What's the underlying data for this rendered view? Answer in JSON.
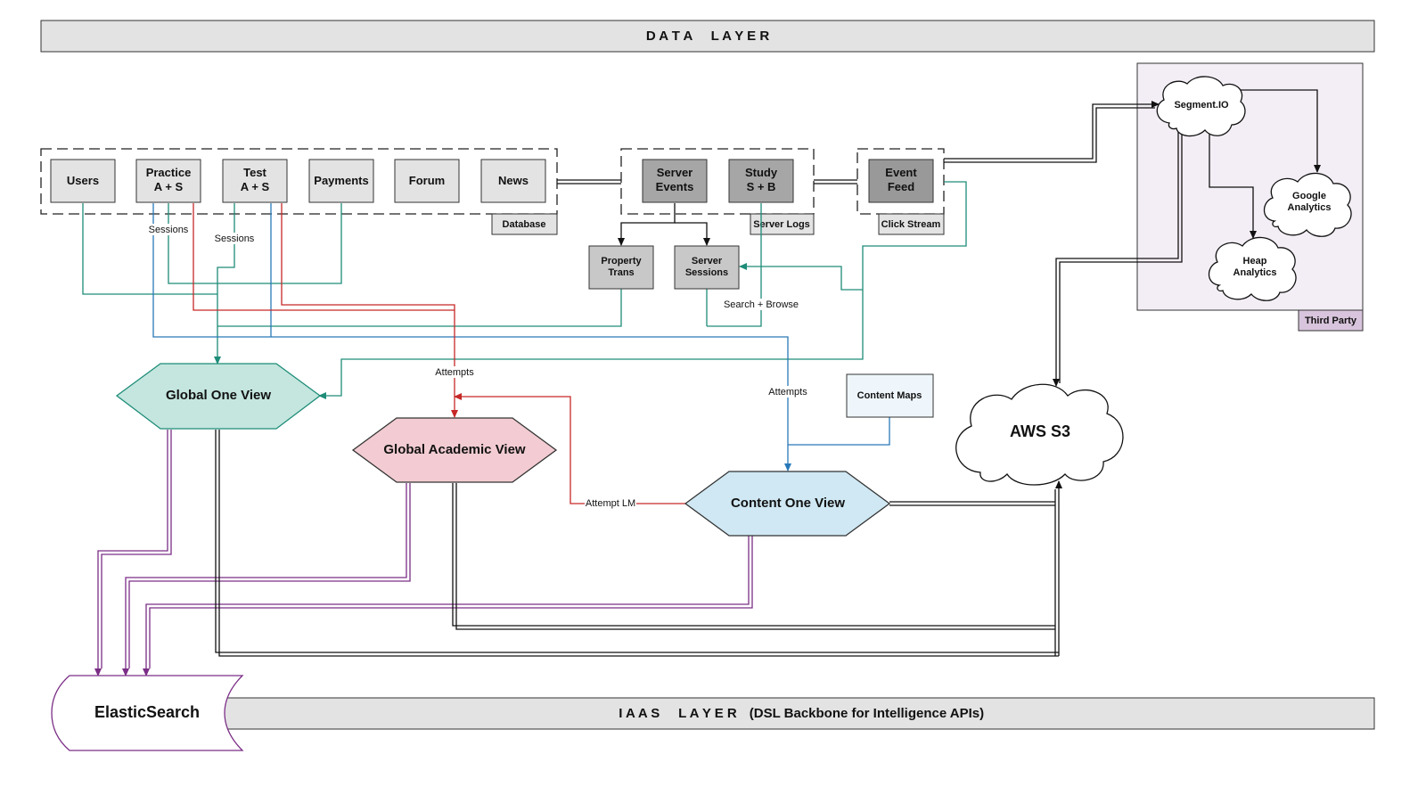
{
  "layers": {
    "data": "D A T A     L A Y E R",
    "iaas_prefix": "I A A S     L A Y E R",
    "iaas_suffix": "(DSL Backbone for Intelligence APIs)"
  },
  "database": {
    "tag": "Database",
    "nodes": {
      "users": [
        "Users"
      ],
      "practice": [
        "Practice",
        "A + S"
      ],
      "test": [
        "Test",
        "A + S"
      ],
      "payments": [
        "Payments"
      ],
      "forum": [
        "Forum"
      ],
      "news": [
        "News"
      ]
    }
  },
  "server_logs": {
    "tag": "Server Logs",
    "nodes": {
      "server_events": [
        "Server",
        "Events"
      ],
      "study": [
        "Study",
        "S + B"
      ],
      "property_trans": [
        "Property",
        "Trans"
      ],
      "server_sessions": [
        "Server",
        "Sessions"
      ]
    }
  },
  "click_stream": {
    "tag": "Click Stream",
    "event_feed": [
      "Event",
      "Feed"
    ]
  },
  "third_party": {
    "tag": "Third Party",
    "segment": [
      "Segment.IO"
    ],
    "google": [
      "Google",
      "Analytics"
    ],
    "heap": [
      "Heap",
      "Analytics"
    ]
  },
  "views": {
    "global_one": "Global One View",
    "global_academic": "Global Academic View",
    "content_one": "Content One View"
  },
  "content_maps": "Content Maps",
  "aws_s3": "AWS S3",
  "elasticsearch": "ElasticSearch",
  "edge_labels": {
    "sessions": "Sessions",
    "attempts": "Attempts",
    "search_browse": "Search + Browse",
    "attempt_lm": "Attempt LM"
  },
  "colors": {
    "teal": "#1e8c78",
    "red": "#c62828",
    "blue": "#2979b8",
    "purple": "#7b2e86",
    "box_light": "#e3e3e3",
    "box_dark": "#a6a6a6",
    "global_one_fill": "#c4e6de",
    "global_academic_fill": "#f2ccd2",
    "content_one_fill": "#cfe8f3",
    "third_party_fill": "#f3eef5"
  }
}
